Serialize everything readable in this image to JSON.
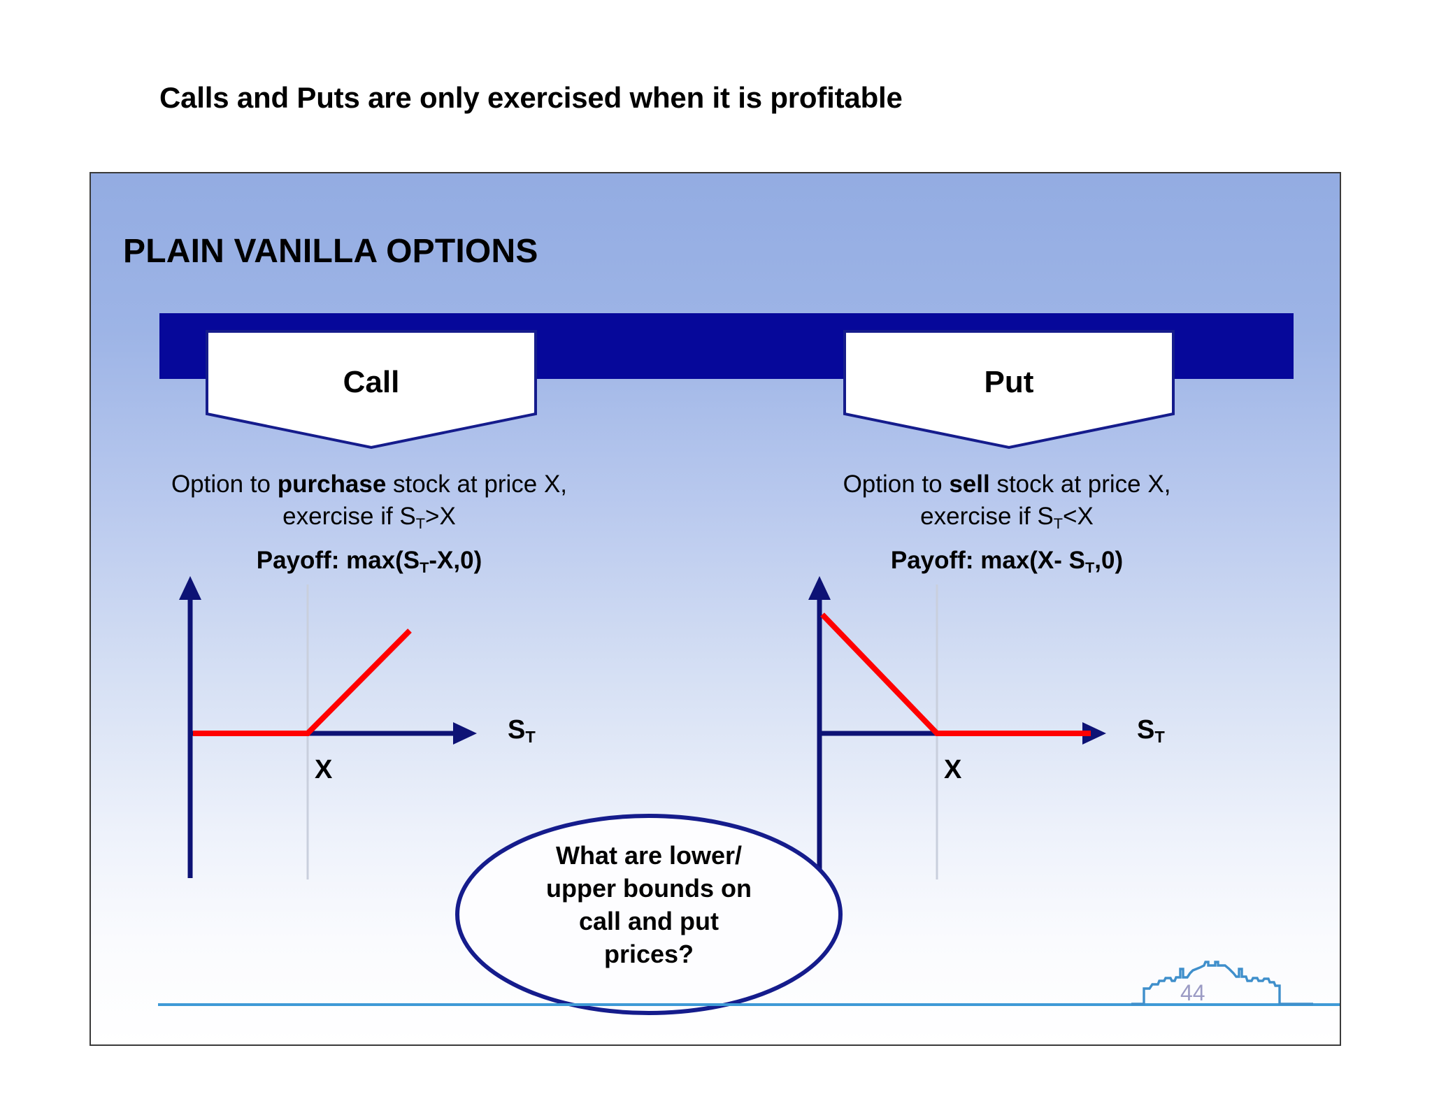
{
  "slide": {
    "title": "Calls and Puts are only exercised when it is profitable",
    "panel_heading": "PLAIN VANILLA OPTIONS",
    "page_number": "44"
  },
  "colors": {
    "banner_blue": "#06089A",
    "outline_blue": "#151c8c",
    "payoff_red": "#FF0000",
    "axis_navy": "#0D1275",
    "panel_top_blue": "#93ACE2",
    "footer_rule_blue": "#3F9AD6",
    "page_number_gray": "#9B9BC4"
  },
  "call": {
    "badge_label": "Call",
    "desc_prefix": "Option to ",
    "desc_bold": "purchase",
    "desc_suffix": " stock at price X,",
    "desc_line2_pre": "exercise if S",
    "desc_line2_sub": "T",
    "desc_line2_post": ">X",
    "payoff_pre": "Payoff: max(S",
    "payoff_sub": "T",
    "payoff_post": "-X,0)",
    "strike_label": "X",
    "axis_label_pre": "S",
    "axis_label_sub": "T"
  },
  "put": {
    "badge_label": "Put",
    "desc_prefix": "Option to ",
    "desc_bold": "sell",
    "desc_suffix": " stock at price X,",
    "desc_line2_pre": "exercise if S",
    "desc_line2_sub": "T",
    "desc_line2_post": "<X",
    "payoff_pre": "Payoff: max(X- S",
    "payoff_sub": "T",
    "payoff_post": ",0)",
    "strike_label": "X",
    "axis_label_pre": "S",
    "axis_label_sub": "T"
  },
  "question": {
    "line1": "What are lower/",
    "line2": "upper bounds on",
    "line3": "call and put",
    "line4": "prices?"
  },
  "chart_data": [
    {
      "type": "line",
      "title": "Call payoff",
      "xlabel": "S_T",
      "ylabel": "Payoff",
      "annotations": [
        "X"
      ],
      "series": [
        {
          "name": "max(S_T - X, 0)",
          "color": "#FF0000",
          "x": [
            0,
            1,
            2.2
          ],
          "y": [
            0,
            0,
            1.2
          ]
        }
      ],
      "strike_x": 1,
      "grid": false,
      "legend": "none"
    },
    {
      "type": "line",
      "title": "Put payoff",
      "xlabel": "S_T",
      "ylabel": "Payoff",
      "annotations": [
        "X"
      ],
      "series": [
        {
          "name": "max(X - S_T, 0)",
          "color": "#FF0000",
          "x": [
            0,
            1,
            2.5
          ],
          "y": [
            1.05,
            0,
            0
          ]
        }
      ],
      "strike_x": 1,
      "grid": false,
      "legend": "none"
    }
  ]
}
